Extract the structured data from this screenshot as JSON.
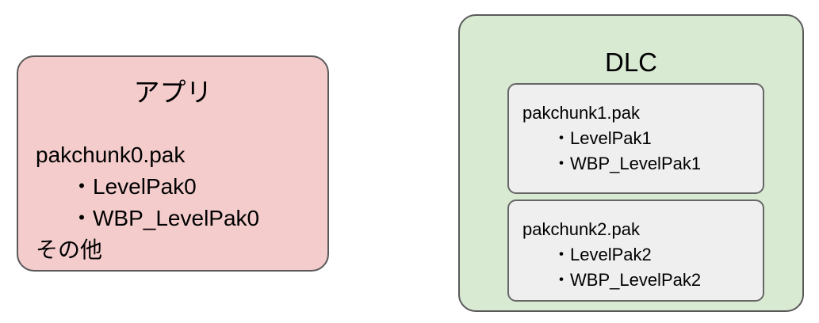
{
  "diagram": {
    "type": "grouping-diagram",
    "background_color": "#FFFFFF",
    "groups": [
      {
        "id": "app",
        "title": "アプリ",
        "fill_color": "#F4CCCC",
        "border_color": "#595959",
        "lines": [
          {
            "level": "root",
            "text": "pakchunk0.pak"
          },
          {
            "level": "child",
            "text": "・LevelPak0"
          },
          {
            "level": "child",
            "text": "・WBP_LevelPak0"
          },
          {
            "level": "root",
            "text": "その他"
          }
        ]
      },
      {
        "id": "dlc",
        "title": "DLC",
        "fill_color": "#D9EAD3",
        "border_color": "#595959",
        "cards": [
          {
            "id": "pakchunk1",
            "fill_color": "#EFEFEF",
            "border_color": "#666666",
            "lines": [
              {
                "level": "root",
                "text": "pakchunk1.pak"
              },
              {
                "level": "child",
                "text": "・LevelPak1"
              },
              {
                "level": "child",
                "text": "・WBP_LevelPak1"
              }
            ]
          },
          {
            "id": "pakchunk2",
            "fill_color": "#EFEFEF",
            "border_color": "#666666",
            "lines": [
              {
                "level": "root",
                "text": "pakchunk2.pak"
              },
              {
                "level": "child",
                "text": "・LevelPak2"
              },
              {
                "level": "child",
                "text": "・WBP_LevelPak2"
              }
            ]
          }
        ]
      }
    ]
  }
}
